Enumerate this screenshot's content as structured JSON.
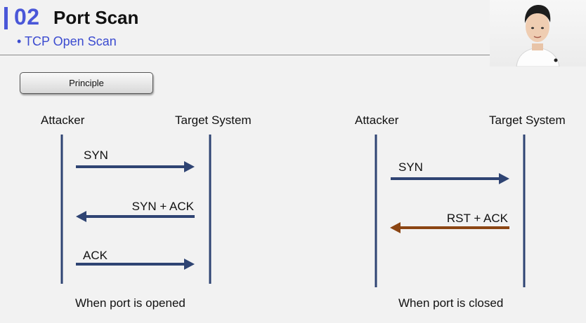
{
  "header": {
    "section_number": "02",
    "title": "Port Scan",
    "subtitle": "• TCP Open Scan"
  },
  "principle_button": "Principle",
  "colors": {
    "accent": "#4a57d8",
    "arrow_blue": "#2f4473",
    "arrow_brown": "#8b4513",
    "lifeline": "#2f4473"
  },
  "left_diagram": {
    "attacker_label": "Attacker",
    "target_label": "Target System",
    "messages": [
      "SYN",
      "SYN + ACK",
      "ACK"
    ],
    "caption": "When port is opened"
  },
  "right_diagram": {
    "attacker_label": "Attacker",
    "target_label": "Target System",
    "messages": [
      "SYN",
      "RST + ACK"
    ],
    "caption": "When port is closed"
  }
}
